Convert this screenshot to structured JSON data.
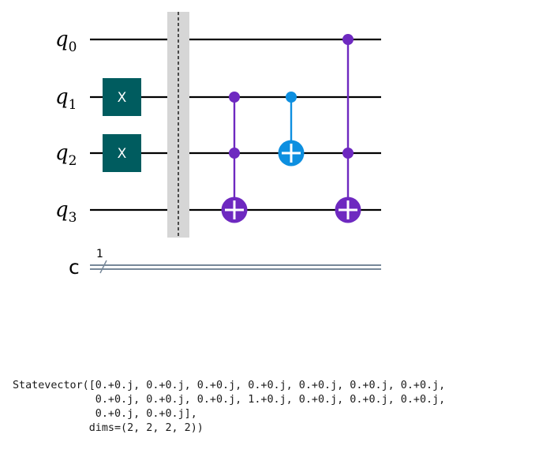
{
  "circuit": {
    "qubits": [
      {
        "base": "q",
        "index": "0"
      },
      {
        "base": "q",
        "index": "1"
      },
      {
        "base": "q",
        "index": "2"
      },
      {
        "base": "q",
        "index": "3"
      }
    ],
    "classical": {
      "label": "c",
      "width": "1"
    },
    "gates": [
      {
        "type": "X",
        "label": "X",
        "target": 1
      },
      {
        "type": "X",
        "label": "X",
        "target": 2
      },
      {
        "type": "barrier",
        "qubits": [
          0,
          1,
          2,
          3
        ]
      },
      {
        "type": "CCX",
        "controls": [
          1,
          2
        ],
        "target": 3
      },
      {
        "type": "CX",
        "controls": [
          1
        ],
        "target": 2
      },
      {
        "type": "CCX",
        "controls": [
          0,
          2
        ],
        "target": 3
      }
    ],
    "colors": {
      "x_gate": "#005c5f",
      "ccx": "#6e29c0",
      "cx": "#0d8fe0",
      "barrier": "#d6d6d6",
      "classical_wire": "#778899",
      "wire": "#000000"
    }
  },
  "output": {
    "lines": [
      "Statevector([0.+0.j, 0.+0.j, 0.+0.j, 0.+0.j, 0.+0.j, 0.+0.j, 0.+0.j,",
      "             0.+0.j, 0.+0.j, 0.+0.j, 1.+0.j, 0.+0.j, 0.+0.j, 0.+0.j,",
      "             0.+0.j, 0.+0.j],",
      "            dims=(2, 2, 2, 2))"
    ]
  }
}
